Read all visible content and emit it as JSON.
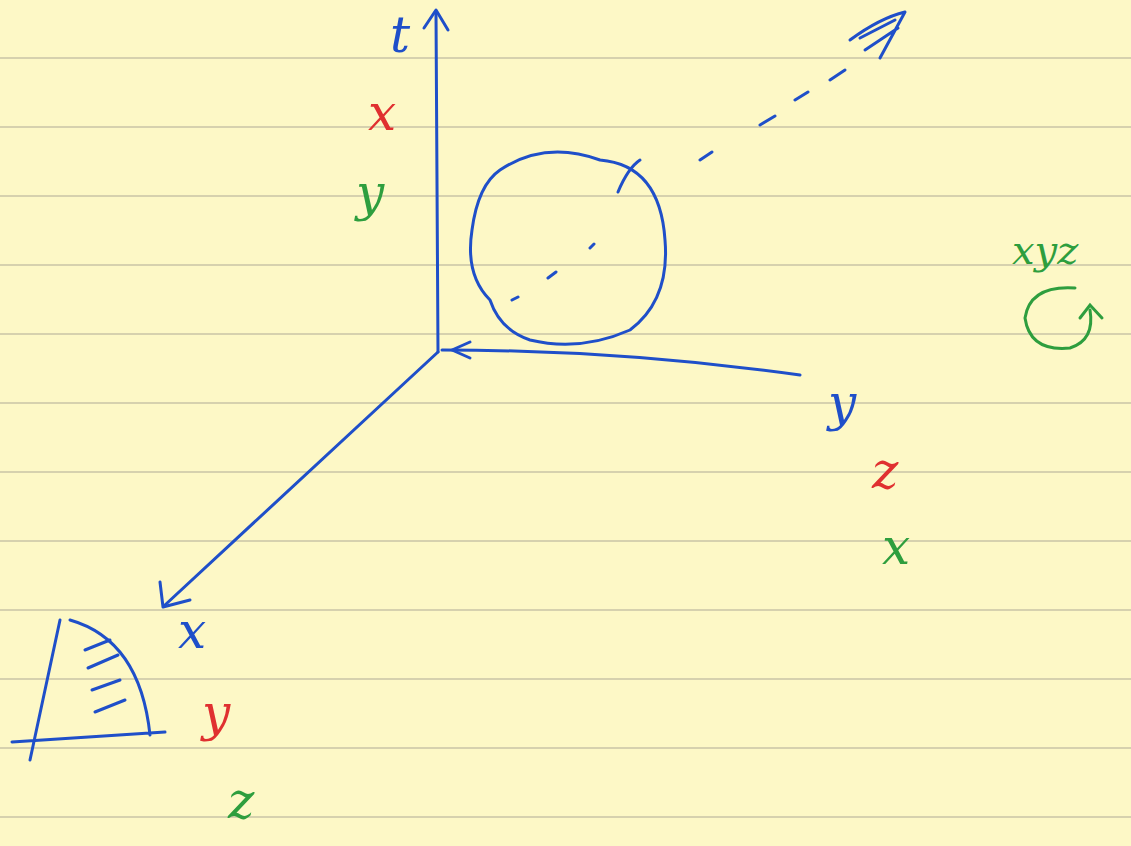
{
  "diagram": {
    "labels": [
      "t",
      "x",
      "y",
      "xyz",
      "y",
      "z",
      "x",
      "x",
      "y",
      "z"
    ]
  }
}
